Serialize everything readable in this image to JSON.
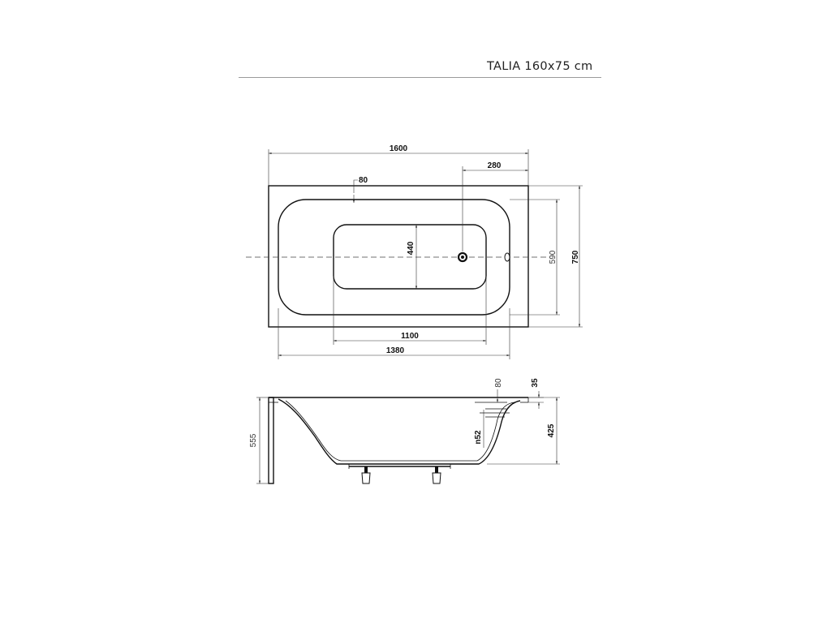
{
  "title": "TALIA 160x75 cm",
  "top_view": {
    "dim_length": "1600",
    "dim_drain_offset": "280",
    "dim_rim": "80",
    "dim_bottom_width": "440",
    "dim_inner_width": "590",
    "dim_width": "750",
    "dim_bottom_length": "1100",
    "dim_inner_length": "1380"
  },
  "side_view": {
    "dim_total_height": "555",
    "dim_overflow": "80",
    "dim_rim_thickness": "35",
    "dim_drain": "n52",
    "dim_depth": "425"
  }
}
